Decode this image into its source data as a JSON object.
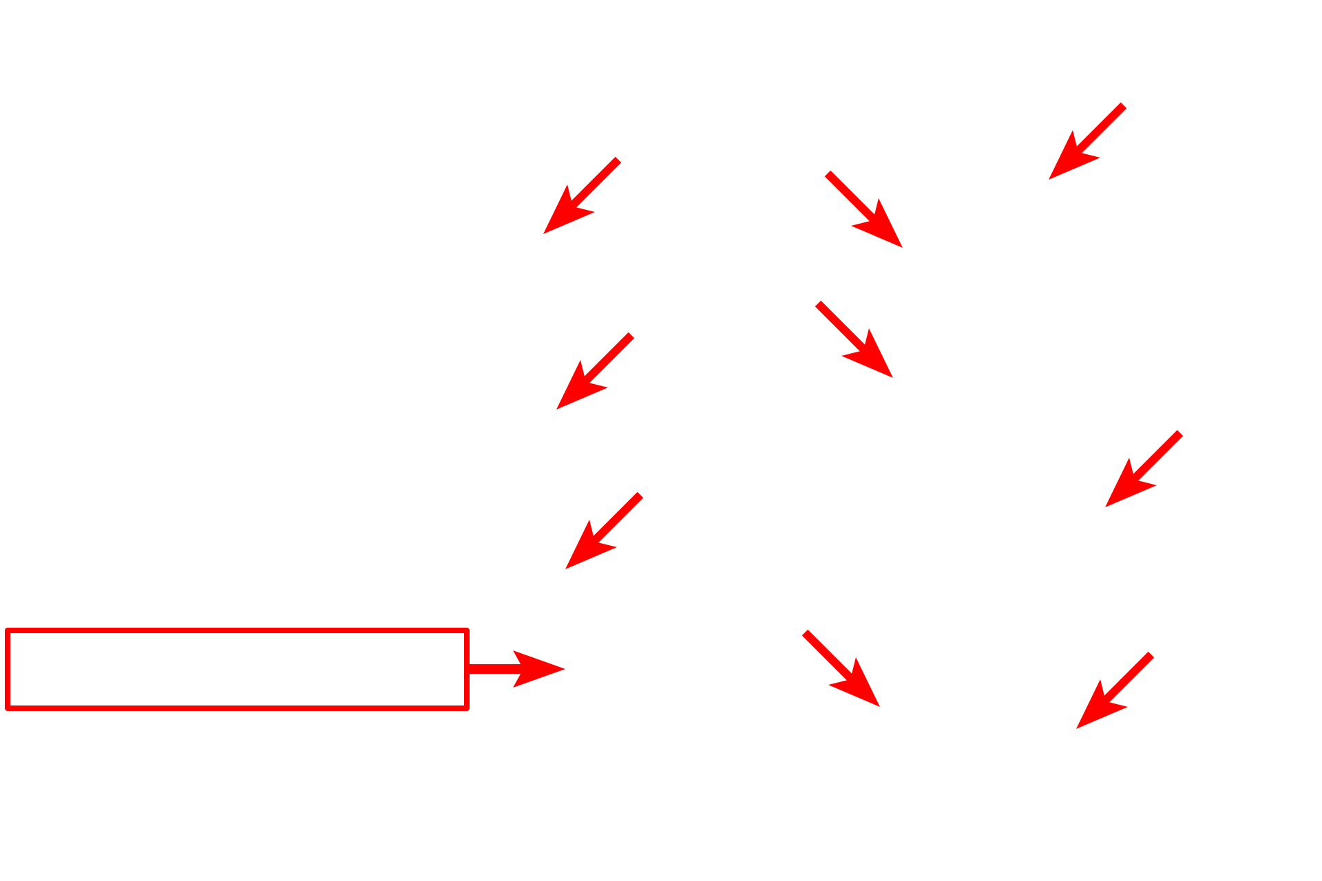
{
  "diagram": {
    "label_box": {
      "text": ""
    },
    "accent_color": "#ff0000",
    "background_color": "#ffffff",
    "pointer_arrows": [
      {
        "id": "arrow-1",
        "icon": "arrow-down-left-icon"
      },
      {
        "id": "arrow-2",
        "icon": "arrow-down-right-icon"
      },
      {
        "id": "arrow-3",
        "icon": "arrow-down-left-icon"
      },
      {
        "id": "arrow-4",
        "icon": "arrow-down-left-icon"
      },
      {
        "id": "arrow-5",
        "icon": "arrow-down-right-icon"
      },
      {
        "id": "arrow-6",
        "icon": "arrow-down-left-icon"
      },
      {
        "id": "arrow-7",
        "icon": "arrow-down-left-icon"
      },
      {
        "id": "arrow-8",
        "icon": "arrow-down-right-icon"
      },
      {
        "id": "arrow-9",
        "icon": "arrow-down-left-icon"
      }
    ],
    "box_arrow": {
      "icon": "arrow-right-icon"
    }
  }
}
